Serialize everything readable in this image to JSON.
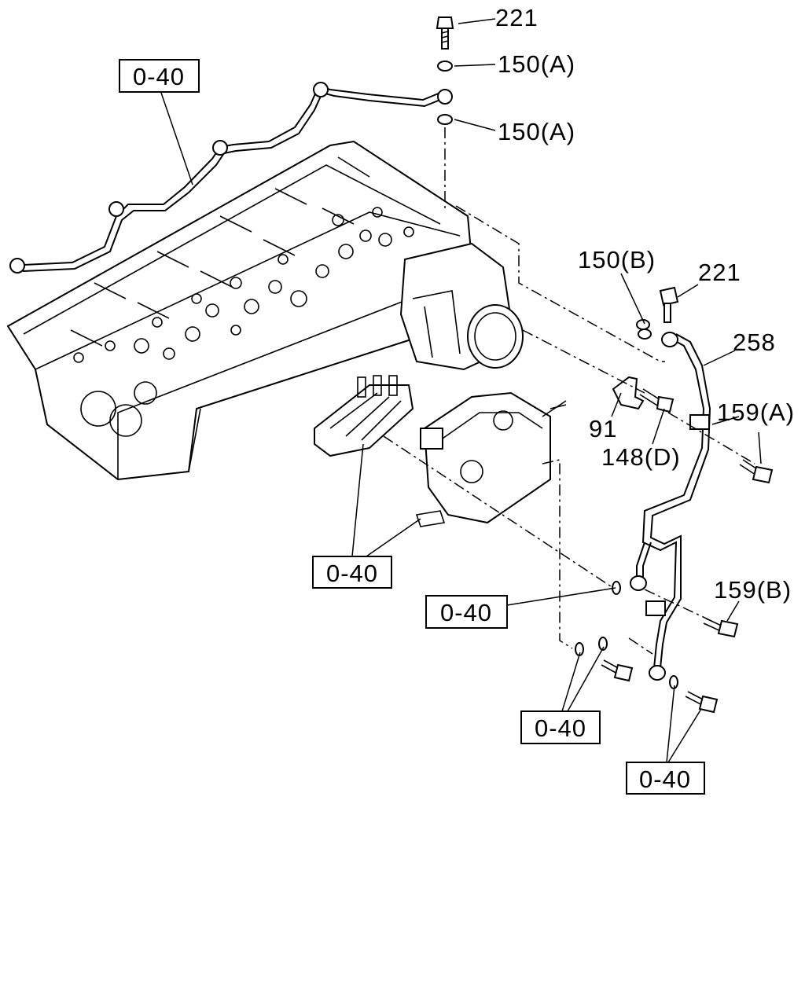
{
  "diagram": {
    "part_labels": {
      "p221_top": "221",
      "p150a_1": "150(A)",
      "p150a_2": "150(A)",
      "p150b": "150(B)",
      "p221_right": "221",
      "p258": "258",
      "p159a": "159(A)",
      "p91": "91",
      "p148d": "148(D)",
      "p159b": "159(B)"
    },
    "reference_boxes": {
      "ref_top_left": "0-40",
      "ref_pump": "0-40",
      "ref_washer": "0-40",
      "ref_bolts": "0-40",
      "ref_bottom": "0-40"
    }
  }
}
